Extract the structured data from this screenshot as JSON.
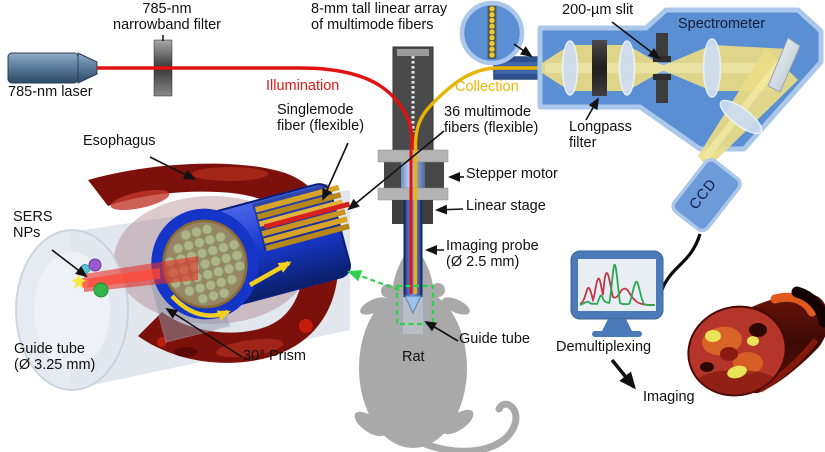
{
  "figure": {
    "labels": {
      "laser": "785-nm laser",
      "narrowband_filter": "785-nm\nnarrowband filter",
      "illumination": "Illumination",
      "singlemode_fiber": "Singlemode\nfiber (flexible)",
      "fiber_array": "8-mm tall linear array\nof multimode fibers",
      "collection": "Collection",
      "multimode_fibers": "36 multimode\nfibers (flexible)",
      "slit": "200-µm slit",
      "spectrometer": "Spectrometer",
      "longpass_filter": "Longpass\nfilter",
      "stepper_motor": "Stepper motor",
      "linear_stage": "Linear stage",
      "imaging_probe": "Imaging probe\n(Ø 2.5 mm)",
      "ccd": "CCD",
      "demultiplexing": "Demultiplexing",
      "imaging": "Imaging",
      "esophagus": "Esophagus",
      "sers_nps": "SERS\nNPs",
      "guide_tube_large": "Guide tube\n(Ø 3.25 mm)",
      "prism": "30° Prism",
      "guide_tube_rat": "Guide tube",
      "rat": "Rat"
    },
    "colors": {
      "illumination_red": "#e01818",
      "collection_yellow": "#f0b400",
      "spectrometer_body": "#5b8fd3",
      "spectrometer_border": "#abc8eb",
      "beam_yellow": "#eadc85",
      "esophagus_red": "#7c110b",
      "probe_blue": "#1838cc",
      "rat_gray": "#a9a9a9",
      "callout_green": "#2ed24a",
      "spectrum_red": "#c23848",
      "spectrum_green": "#2ca84e"
    },
    "monitor_spectra": {
      "series": [
        {
          "name": "raw-spectrum",
          "color": "#c23848"
        },
        {
          "name": "demultiplexed-spectrum",
          "color": "#2ca84e"
        }
      ]
    }
  }
}
